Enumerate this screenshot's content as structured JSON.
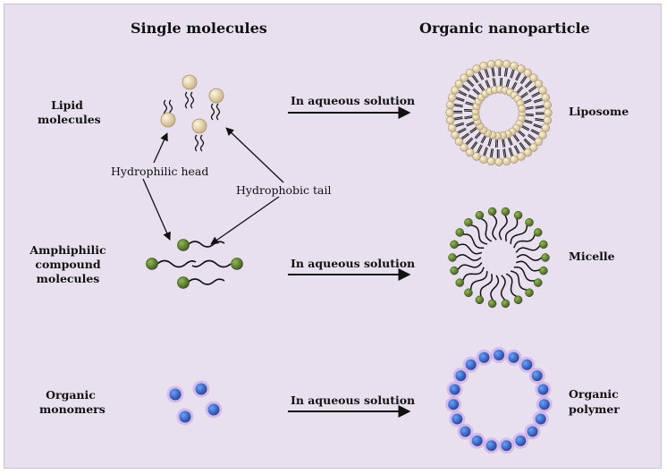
{
  "headers": {
    "left": "Single molecules",
    "right": "Organic nanoparticle"
  },
  "rows": [
    {
      "input_label": "Lipid molecules",
      "input_lines": [
        "Lipid",
        "molecules"
      ],
      "process": "In aqueous solution",
      "output_label": "Liposome",
      "output_lines": [
        "Liposome"
      ]
    },
    {
      "input_label": "Amphiphilic compound molecules",
      "input_lines": [
        "Amphiphilic",
        "compound",
        "molecules"
      ],
      "process": "In aqueous solution",
      "output_label": "Micelle",
      "output_lines": [
        "Micelle"
      ]
    },
    {
      "input_label": "Organic monomers",
      "input_lines": [
        "Organic",
        "monomers"
      ],
      "process": "In aqueous solution",
      "output_label": "Organic polymer",
      "output_lines": [
        "Organic",
        "polymer"
      ]
    }
  ],
  "annotations": {
    "head": "Hydrophilic head",
    "tail": "Hydrophobic tail"
  },
  "colors": {
    "background": "#e9e0ef",
    "lipid_head": "#d9c9a2",
    "amphiphile_head": "#5e7f2c",
    "monomer": "#2f63c9",
    "monomer_glow": "#c79be0",
    "arrow": "#111111"
  }
}
